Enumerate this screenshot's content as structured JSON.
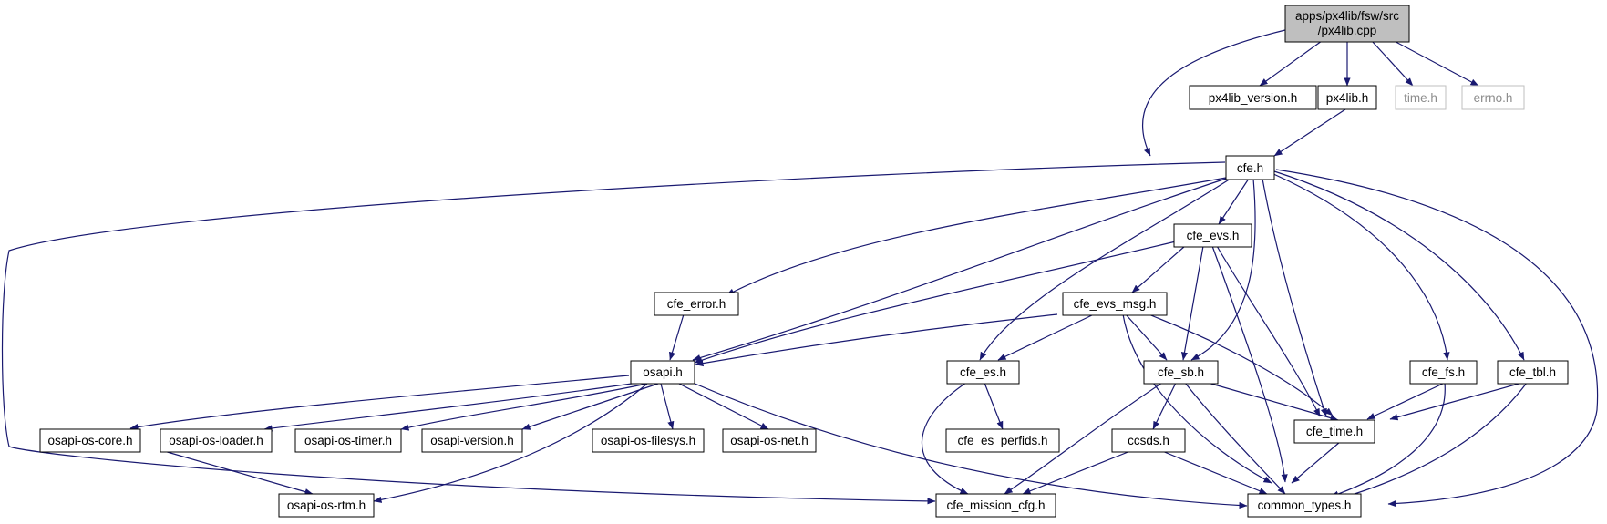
{
  "nodes": {
    "root": "apps/px4lib/fsw/src/px4lib.cpp",
    "px4lib_version": "px4lib_version.h",
    "px4lib": "px4lib.h",
    "time": "time.h",
    "errno": "errno.h",
    "cfe": "cfe.h",
    "cfe_evs": "cfe_evs.h",
    "cfe_error": "cfe_error.h",
    "cfe_evs_msg": "cfe_evs_msg.h",
    "osapi": "osapi.h",
    "cfe_es": "cfe_es.h",
    "cfe_sb": "cfe_sb.h",
    "cfe_fs": "cfe_fs.h",
    "cfe_tbl": "cfe_tbl.h",
    "osapi_os_core": "osapi-os-core.h",
    "osapi_os_loader": "osapi-os-loader.h",
    "osapi_os_timer": "osapi-os-timer.h",
    "osapi_version": "osapi-version.h",
    "osapi_os_filesys": "osapi-os-filesys.h",
    "osapi_os_net": "osapi-os-net.h",
    "cfe_es_perfids": "cfe_es_perfids.h",
    "ccsds": "ccsds.h",
    "cfe_time": "cfe_time.h",
    "osapi_os_rtm": "osapi-os-rtm.h",
    "cfe_mission_cfg": "cfe_mission_cfg.h",
    "common_types": "common_types.h"
  },
  "colors": {
    "edge": "#191970",
    "root_fill": "#bfbfbf",
    "node_border": "#000000",
    "external_border": "#bfbfbf",
    "external_text": "#8c8c8c"
  }
}
